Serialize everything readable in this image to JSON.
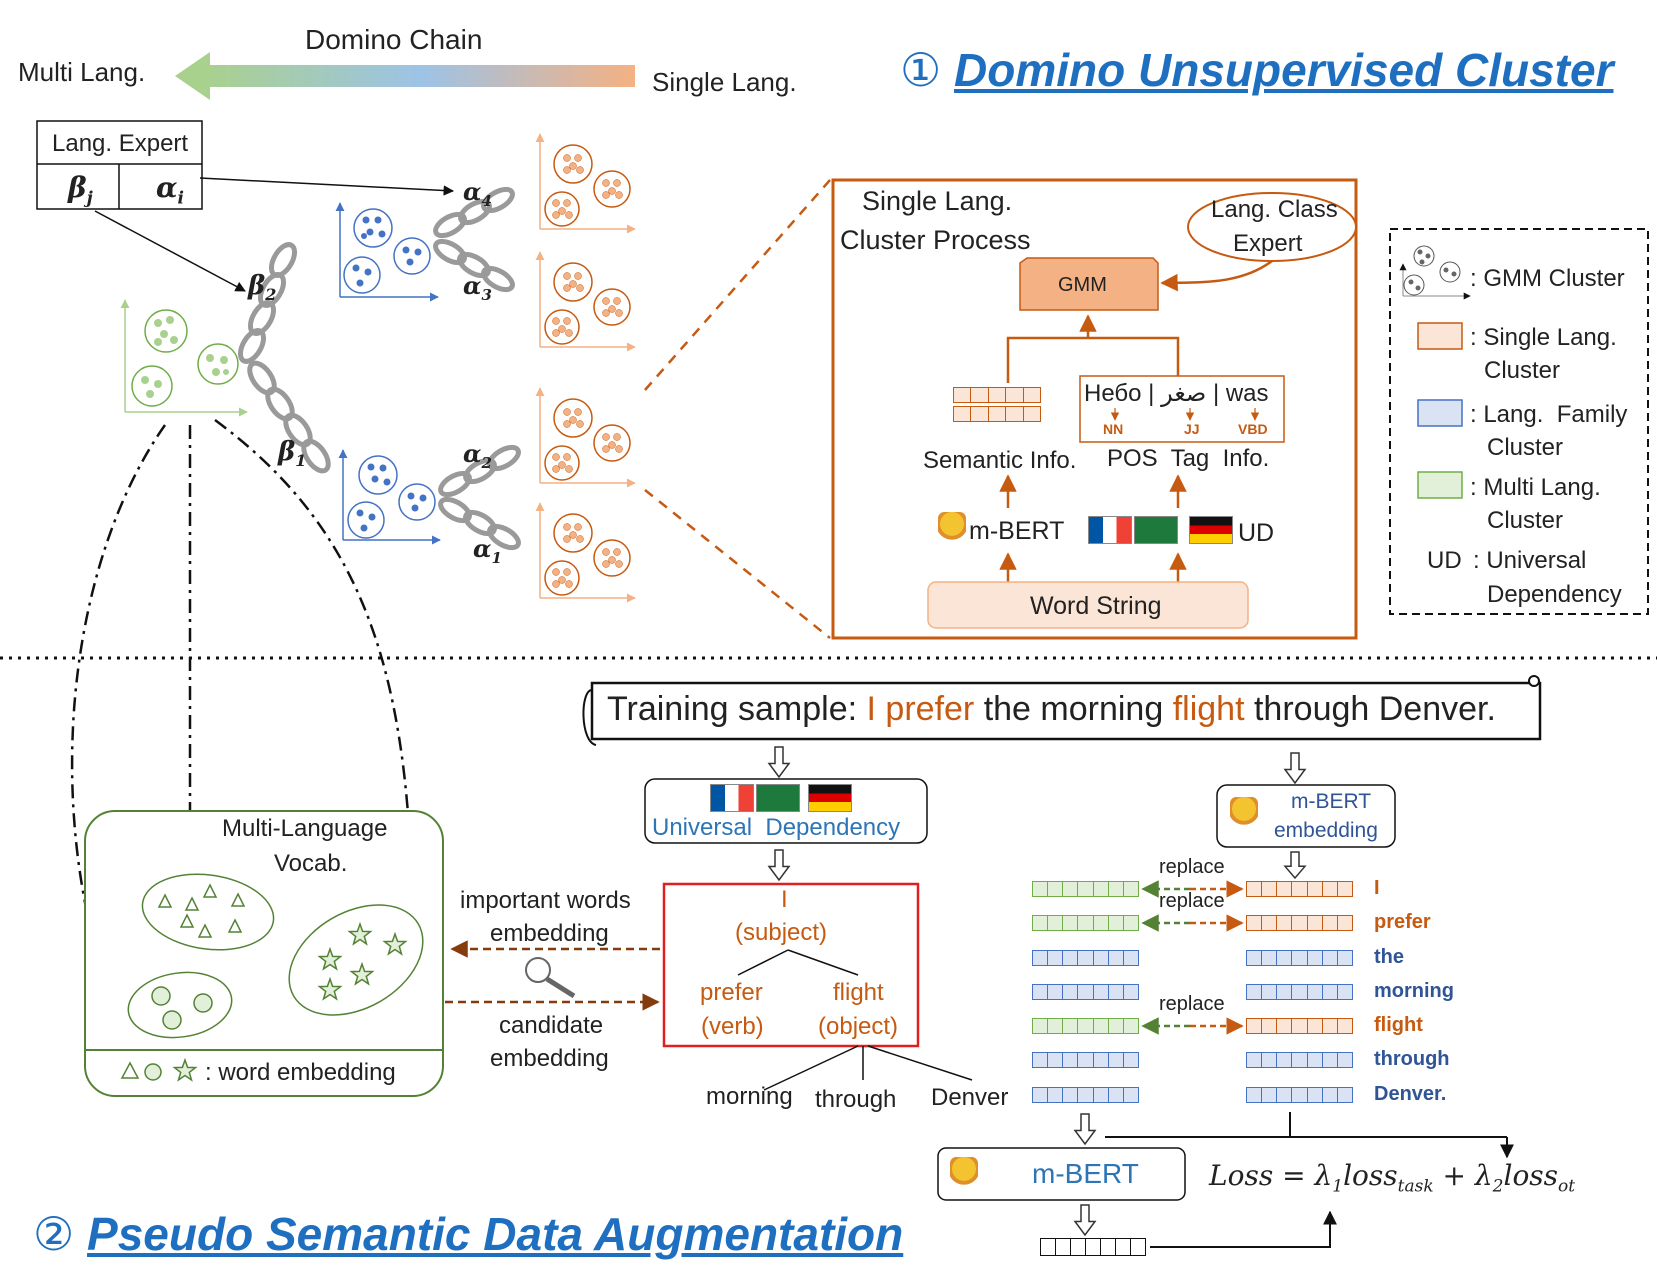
{
  "top": {
    "section_num": "①",
    "title": "Domino Unsupervised Cluster",
    "domino_chain": "Domino Chain",
    "multi_lang": "Multi Lang.",
    "single_lang": "Single Lang.",
    "expert_table": {
      "header": "Lang. Expert",
      "beta": "β",
      "beta_sub": "j",
      "alpha": "α",
      "alpha_sub": "i"
    },
    "chain_labels": {
      "b2": "β",
      "b2_sub": "2",
      "b1": "β",
      "b1_sub": "1",
      "a4": "α",
      "a4_sub": "4",
      "a3": "α",
      "a3_sub": "3",
      "a2": "α",
      "a2_sub": "2",
      "a1": "α",
      "a1_sub": "1"
    }
  },
  "process": {
    "title_line1": "Single Lang.",
    "title_line2": "Cluster Process",
    "expert_line1": "Lang. Class",
    "expert_line2": "Expert",
    "gmm": "GMM",
    "pos_words": "Небо | صغر | was",
    "tags": [
      "NN",
      "JJ",
      "VBD"
    ],
    "semantic_info": "Semantic Info.",
    "pos_tag_info": "POS  Tag  Info.",
    "mbert": "m-BERT",
    "ud": "UD",
    "word_string": "Word String"
  },
  "legend": {
    "gmm": ": GMM Cluster",
    "single_1": ": Single Lang.",
    "single_2": "Cluster",
    "family_1": ": Lang.  Family",
    "family_2": "Cluster",
    "multi_1": ": Multi Lang.",
    "multi_2": "Cluster",
    "ud_abbr": "UD",
    "ud_1": ": Universal",
    "ud_2": "Dependency"
  },
  "bottom": {
    "section_num": "②",
    "title": "Pseudo Semantic Data Augmentation",
    "training_prefix": "Training sample: ",
    "training_i": "I",
    "training_prefer": "prefer",
    "training_mid": " the morning ",
    "training_flight": "flight",
    "training_end": " through Denver.",
    "vocab_line1": "Multi-Language",
    "vocab_line2": "Vocab.",
    "word_embedding": ": word embedding",
    "important_1": "important words",
    "important_2": "embedding",
    "candidate_1": "candidate",
    "candidate_2": "embedding",
    "ud_title": "Universal  Dependency",
    "tree": {
      "root": "I",
      "root_role": "(subject)",
      "left": "prefer",
      "left_role": "(verb)",
      "right": "flight",
      "right_role": "(object)",
      "leaves": [
        "morning",
        "through",
        "Denver"
      ]
    },
    "mbert_emb_1": "m-BERT",
    "mbert_emb_2": "embedding",
    "replace": "replace",
    "tokens": [
      "I",
      "prefer",
      "the",
      "morning",
      "flight",
      "through",
      "Denver."
    ],
    "token_colors": [
      "#c65a11",
      "#c65a11",
      "#2f5597",
      "#2f5597",
      "#c65a11",
      "#2f5597",
      "#2f5597"
    ],
    "mbert_box": "m-BERT",
    "loss": {
      "lhs": "Loss",
      "eq": "=",
      "l1": "λ",
      "l1_sub": "1",
      "t1": "loss",
      "t1_sub": "task",
      "plus": "+",
      "l2": "λ",
      "l2_sub": "2",
      "t2": "loss",
      "t2_sub": "ot"
    }
  },
  "colors": {
    "orange": "#c65a11",
    "orange_fill": "#fbe5d6",
    "blue": "#4472c4",
    "blue_fill": "#dae3f3",
    "green": "#70ad47",
    "green_fill": "#e2efd9",
    "title_blue": "#1f6fc0",
    "red": "#e02020",
    "brown_arrow": "#843c0c"
  }
}
